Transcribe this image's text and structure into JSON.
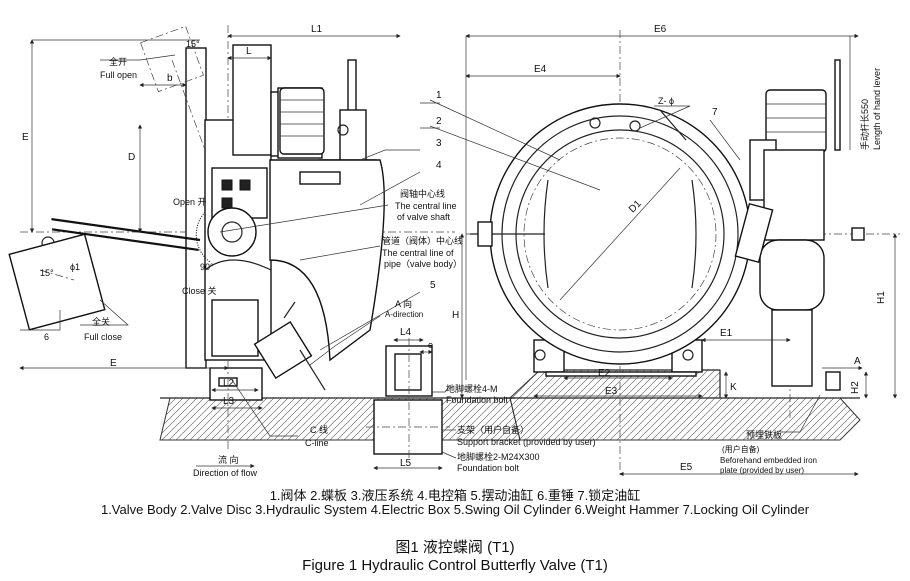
{
  "dimensions": {
    "L1": "L1",
    "L": "L",
    "E": "E",
    "b": "b",
    "D": "D",
    "E6": "E6",
    "E4": "E4",
    "D1": "D1",
    "Z_phi": "Z- ϕ",
    "H": "H",
    "H1": "H1",
    "H2": "H2",
    "A": "A",
    "E1": "E1",
    "E2": "E2",
    "E3": "E3",
    "E5": "E5",
    "K": "K",
    "L2": "L2",
    "L3": "L3",
    "L4": "L4",
    "L5": "L5",
    "e": "e"
  },
  "angles": {
    "fifteen_top": "15°",
    "fifteen_bottom": "15°",
    "phi1": "ϕ1",
    "ninety": "90°"
  },
  "part_numbers": [
    "1",
    "2",
    "3",
    "4",
    "5",
    "7"
  ],
  "labels": {
    "full_open_cn": "全开",
    "full_open_en": "Full open",
    "open_cn": "Open 开",
    "close_cn": "Close 关",
    "full_close_cn": "全关",
    "full_close_en": "Full close",
    "six": "6",
    "shaft_cn": "阀轴中心线",
    "shaft_en1": "The central line",
    "shaft_en2": "of valve shaft",
    "pipe_cn": "管道（阀体）中心线",
    "pipe_en1": "The central line of",
    "pipe_en2": "pipe（valve body）",
    "a_dir_cn": "A 向",
    "a_dir_en": "A-direction",
    "c_line_cn": "C 线",
    "c_line_en": "C-line",
    "flow_cn": "流 向",
    "flow_en": "Direction of flow",
    "bolt4_cn": "地脚螺栓4-M",
    "bolt4_en": "Foundation bolt",
    "support_cn": "支架（用户自备）",
    "support_en": "Support bracket (provided by user)",
    "bolt2_cn": "地脚螺栓2-M24X300",
    "bolt2_en": "Foundation bolt",
    "plate_cn1": "预埋铁板",
    "plate_cn2": "(用户自备)",
    "plate_en1": "Beforehand embedded iron",
    "plate_en2": "plate (provided by user)",
    "lever_cn": "手动杆长550",
    "lever_en": "Length of hand lever"
  },
  "legend_cn": "1.阀体  2.蝶板  3.液压系统  4.电控箱  5.摆动油缸  6.重锤  7.锁定油缸",
  "legend_en": "1.Valve Body  2.Valve Disc  3.Hydraulic System  4.Electric Box  5.Swing Oil Cylinder  6.Weight Hammer  7.Locking Oil Cylinder",
  "caption_cn": "图1 液控蝶阀 (T1)",
  "caption_en": "Figure 1 Hydraulic Control Butterfly Valve  (T1)"
}
